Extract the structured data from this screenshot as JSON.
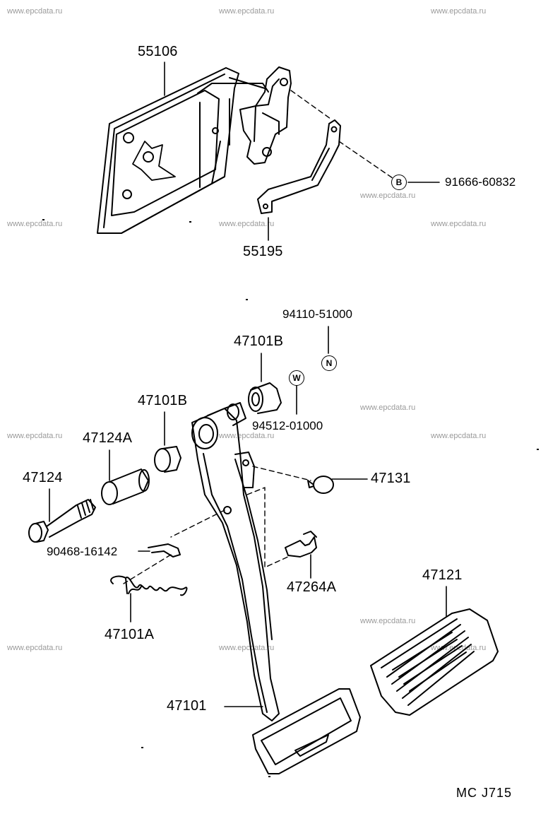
{
  "watermark": "www.epcdata.ru",
  "labels": {
    "p55106": "55106",
    "p55195": "55195",
    "p91666": "91666-60832",
    "p94110": "94110-51000",
    "p47101B_top": "47101B",
    "p47101B_left": "47101B",
    "p94512": "94512-01000",
    "p47124A": "47124A",
    "p47124": "47124",
    "p47131": "47131",
    "p90468": "90468-16142",
    "p47264A": "47264A",
    "p47121": "47121",
    "p47101A": "47101A",
    "p47101": "47101"
  },
  "symbols": {
    "b": "B",
    "n": "N",
    "w": "W"
  },
  "ref_code": "MC  J715"
}
